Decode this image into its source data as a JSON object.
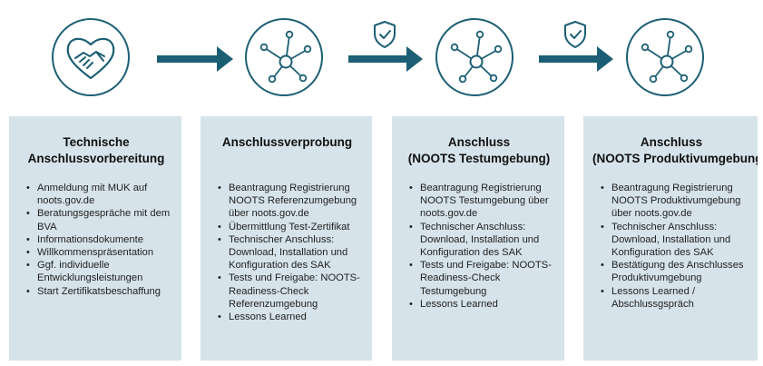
{
  "steps": [
    {
      "icon": "handshake-heart-icon",
      "title": [
        "Technische",
        "Anschlussvorbereitung"
      ],
      "items": [
        "Anmeldung mit MUK auf noots.gov.de",
        "Beratungsgespräche mit dem BVA",
        "Informationsdokumente",
        "Willkommenspräsentation",
        "Ggf. individuelle Entwicklungsleistungen",
        "Start Zertifikatsbeschaffung"
      ]
    },
    {
      "icon": "network-hub-icon",
      "title": [
        "Anschlussverprobung"
      ],
      "items": [
        "Beantragung Registrierung NOOTS Referenzumgebung über noots.gov.de",
        "Übermittlung Test-Zertifikat",
        "Technischer Anschluss: Download, Installation und Konfiguration des SAK",
        "Tests und Freigabe: NOOTS-Readiness-Check Referenzumgebung",
        "Lessons Learned"
      ]
    },
    {
      "icon": "network-hub-icon",
      "title": [
        "Anschluss",
        "(NOOTS Testumgebung)"
      ],
      "items": [
        "Beantragung Registrierung NOOTS Testumgebung über noots.gov.de",
        "Technischer Anschluss: Download, Installation und Konfiguration des SAK",
        "Tests und Freigabe: NOOTS-Readiness-Check Testumgebung",
        "Lessons Learned"
      ]
    },
    {
      "icon": "network-hub-icon",
      "title": [
        "Anschluss",
        "(NOOTS Produktivumgebung"
      ],
      "items": [
        "Beantragung Registrierung NOOTS Produktivumgebung über noots.gov.de",
        "Technischer Anschluss: Download, Installation und Konfiguration des SAK",
        "Bestätigung des Anschlusses Produktivumgebung",
        "Lessons Learned / Abschlussgspräch"
      ]
    }
  ],
  "connectors": [
    {
      "icon": "arrow-right-icon",
      "shield": false
    },
    {
      "icon": "arrow-right-icon",
      "shield": true,
      "shield_icon": "shield-check-icon"
    },
    {
      "icon": "arrow-right-icon",
      "shield": true,
      "shield_icon": "shield-check-icon"
    }
  ],
  "colors": {
    "accent": "#1c5f75",
    "card_background": "#d6e3ea"
  }
}
